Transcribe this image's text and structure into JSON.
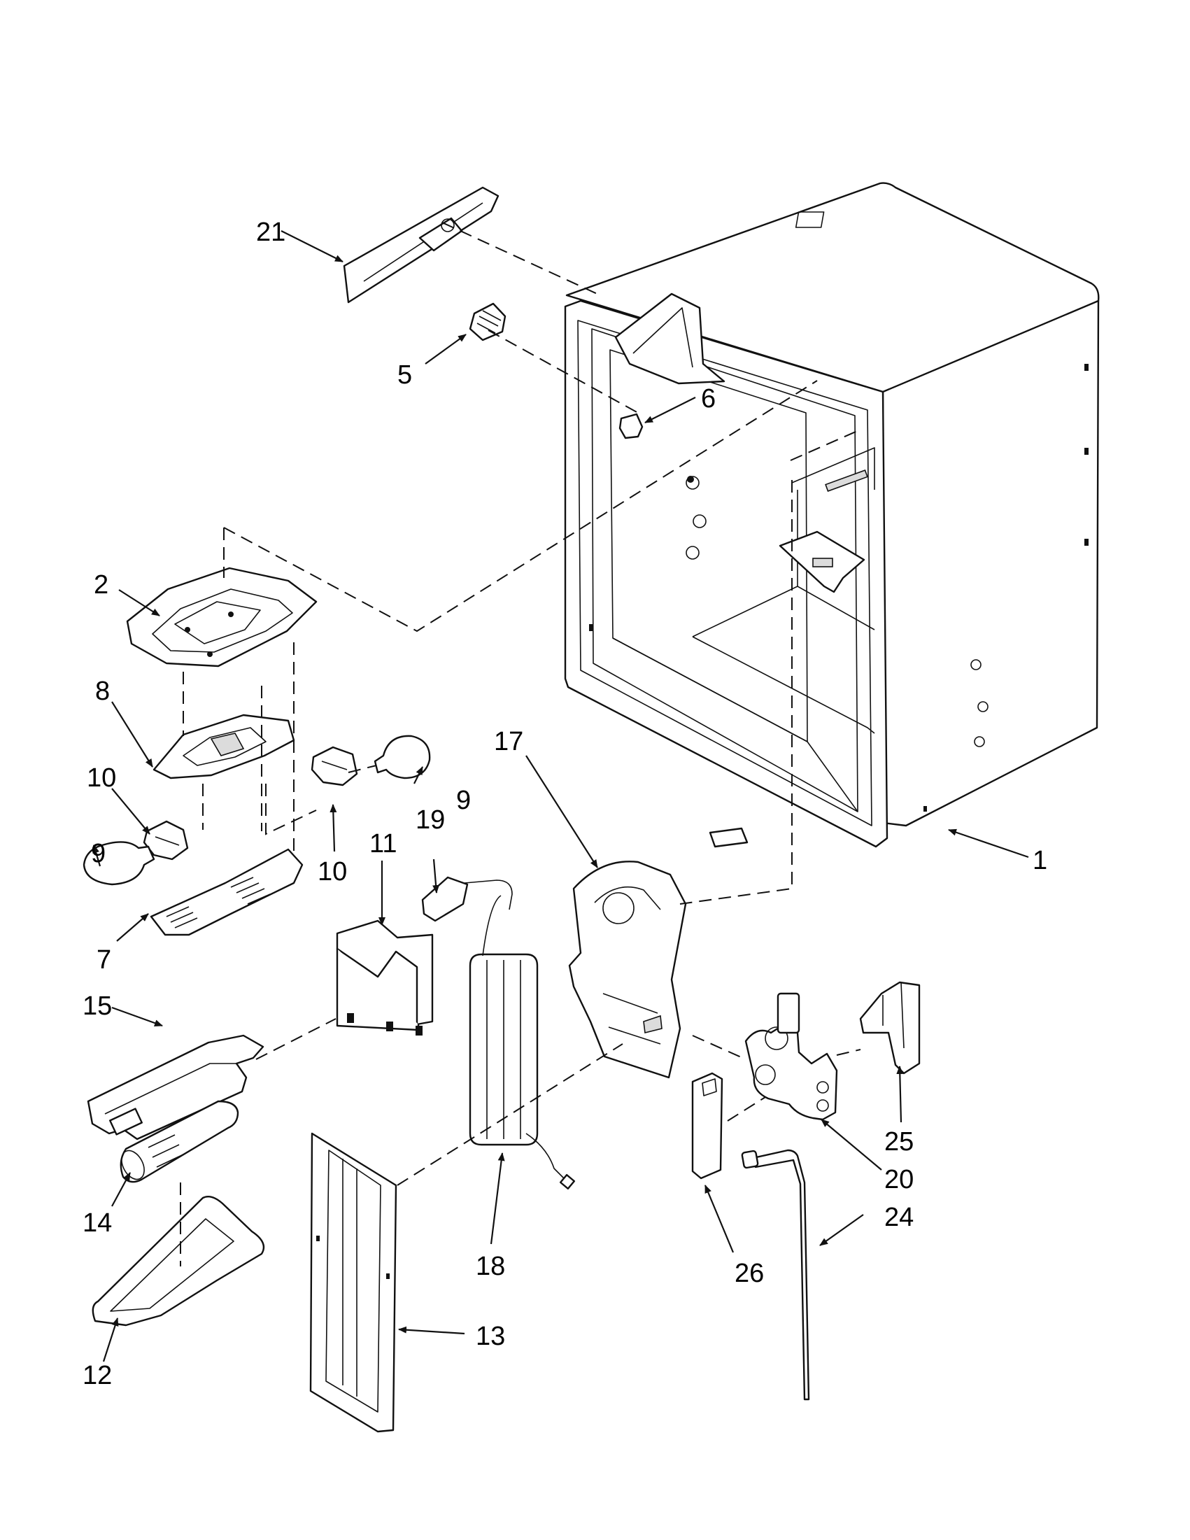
{
  "diagram": {
    "callouts": [
      {
        "id": "c21",
        "label": "21"
      },
      {
        "id": "c5",
        "label": "5"
      },
      {
        "id": "c6",
        "label": "6"
      },
      {
        "id": "c2",
        "label": "2"
      },
      {
        "id": "c8",
        "label": "8"
      },
      {
        "id": "c10a",
        "label": "10"
      },
      {
        "id": "c9a",
        "label": "9"
      },
      {
        "id": "c9b",
        "label": "9"
      },
      {
        "id": "c10b",
        "label": "10"
      },
      {
        "id": "c7",
        "label": "7"
      },
      {
        "id": "c17",
        "label": "17"
      },
      {
        "id": "c1",
        "label": "1"
      },
      {
        "id": "c11",
        "label": "11"
      },
      {
        "id": "c19",
        "label": "19"
      },
      {
        "id": "c15",
        "label": "15"
      },
      {
        "id": "c14",
        "label": "14"
      },
      {
        "id": "c12",
        "label": "12"
      },
      {
        "id": "c13",
        "label": "13"
      },
      {
        "id": "c18",
        "label": "18"
      },
      {
        "id": "c26",
        "label": "26"
      },
      {
        "id": "c25",
        "label": "25"
      },
      {
        "id": "c20",
        "label": "20"
      },
      {
        "id": "c24",
        "label": "24"
      }
    ]
  }
}
